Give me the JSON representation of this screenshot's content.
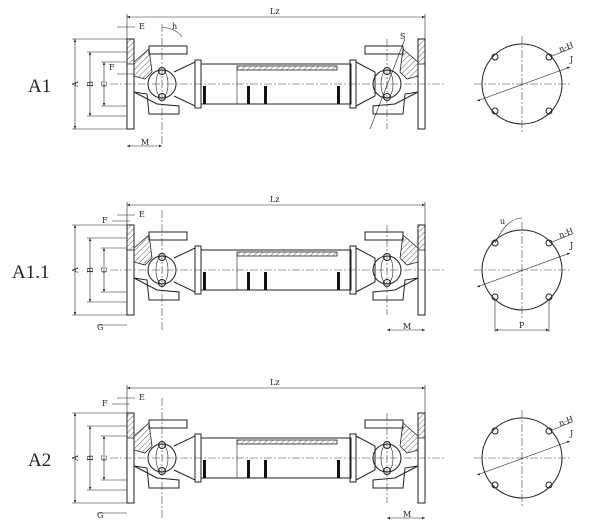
{
  "views": [
    {
      "name": "A1",
      "type": "A1",
      "dims": {
        "lz": "Lz",
        "e": "E",
        "f": "F",
        "h": "h",
        "s": "S",
        "a": "A",
        "b": "B",
        "c": "C",
        "m": "M"
      },
      "flange": {
        "nh": "n-H",
        "j": "J"
      }
    },
    {
      "name": "A1.1",
      "type": "A11",
      "dims": {
        "lz": "Lz",
        "e": "E",
        "f": "F",
        "a": "A",
        "b": "B",
        "c": "C",
        "g": "G",
        "m": "M"
      },
      "flange": {
        "nh": "n-H",
        "j": "J",
        "u": "u",
        "p": "P"
      }
    },
    {
      "name": "A2",
      "type": "A2",
      "dims": {
        "lz": "Lz",
        "e": "E",
        "f": "F",
        "a": "A",
        "b": "B",
        "c": "C",
        "g": "G",
        "m": "M"
      },
      "flange": {
        "nh": "n-H",
        "j": "J"
      }
    }
  ]
}
